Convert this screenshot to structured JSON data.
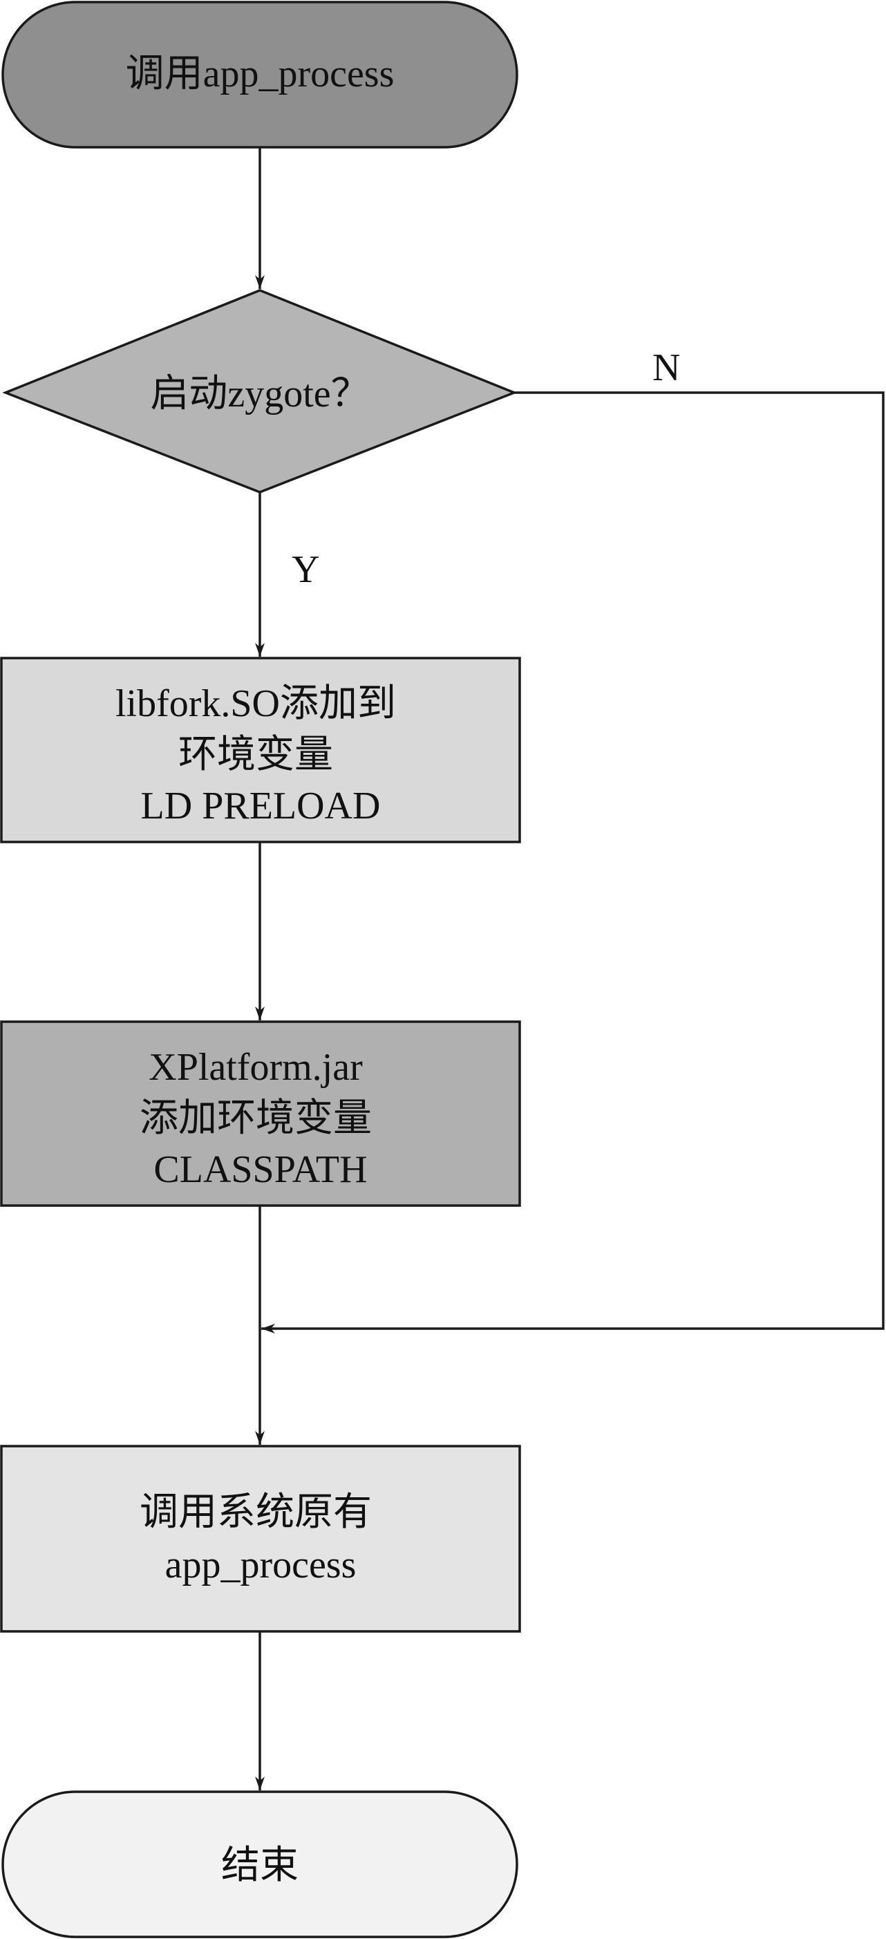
{
  "nodes": {
    "start": {
      "lines": [
        "调用app_process"
      ],
      "fill": "#8f8f8f"
    },
    "decision": {
      "lines": [
        "启动zygote？"
      ],
      "fill": "#b5b5b5"
    },
    "step1": {
      "lines": [
        "libfork.SO添加到",
        "环境变量",
        "LD PRELOAD"
      ],
      "fill": "#d9d9d9"
    },
    "step2": {
      "lines": [
        "XPlatform.jar",
        "添加环境变量",
        "CLASSPATH"
      ],
      "fill": "#b0b0b0"
    },
    "step3": {
      "lines": [
        "调用系统原有",
        "app_process"
      ],
      "fill": "#e4e4e4"
    },
    "end": {
      "lines": [
        "结束"
      ],
      "fill": "#f2f2f2"
    }
  },
  "edge_labels": {
    "yes": "Y",
    "no": "N"
  }
}
